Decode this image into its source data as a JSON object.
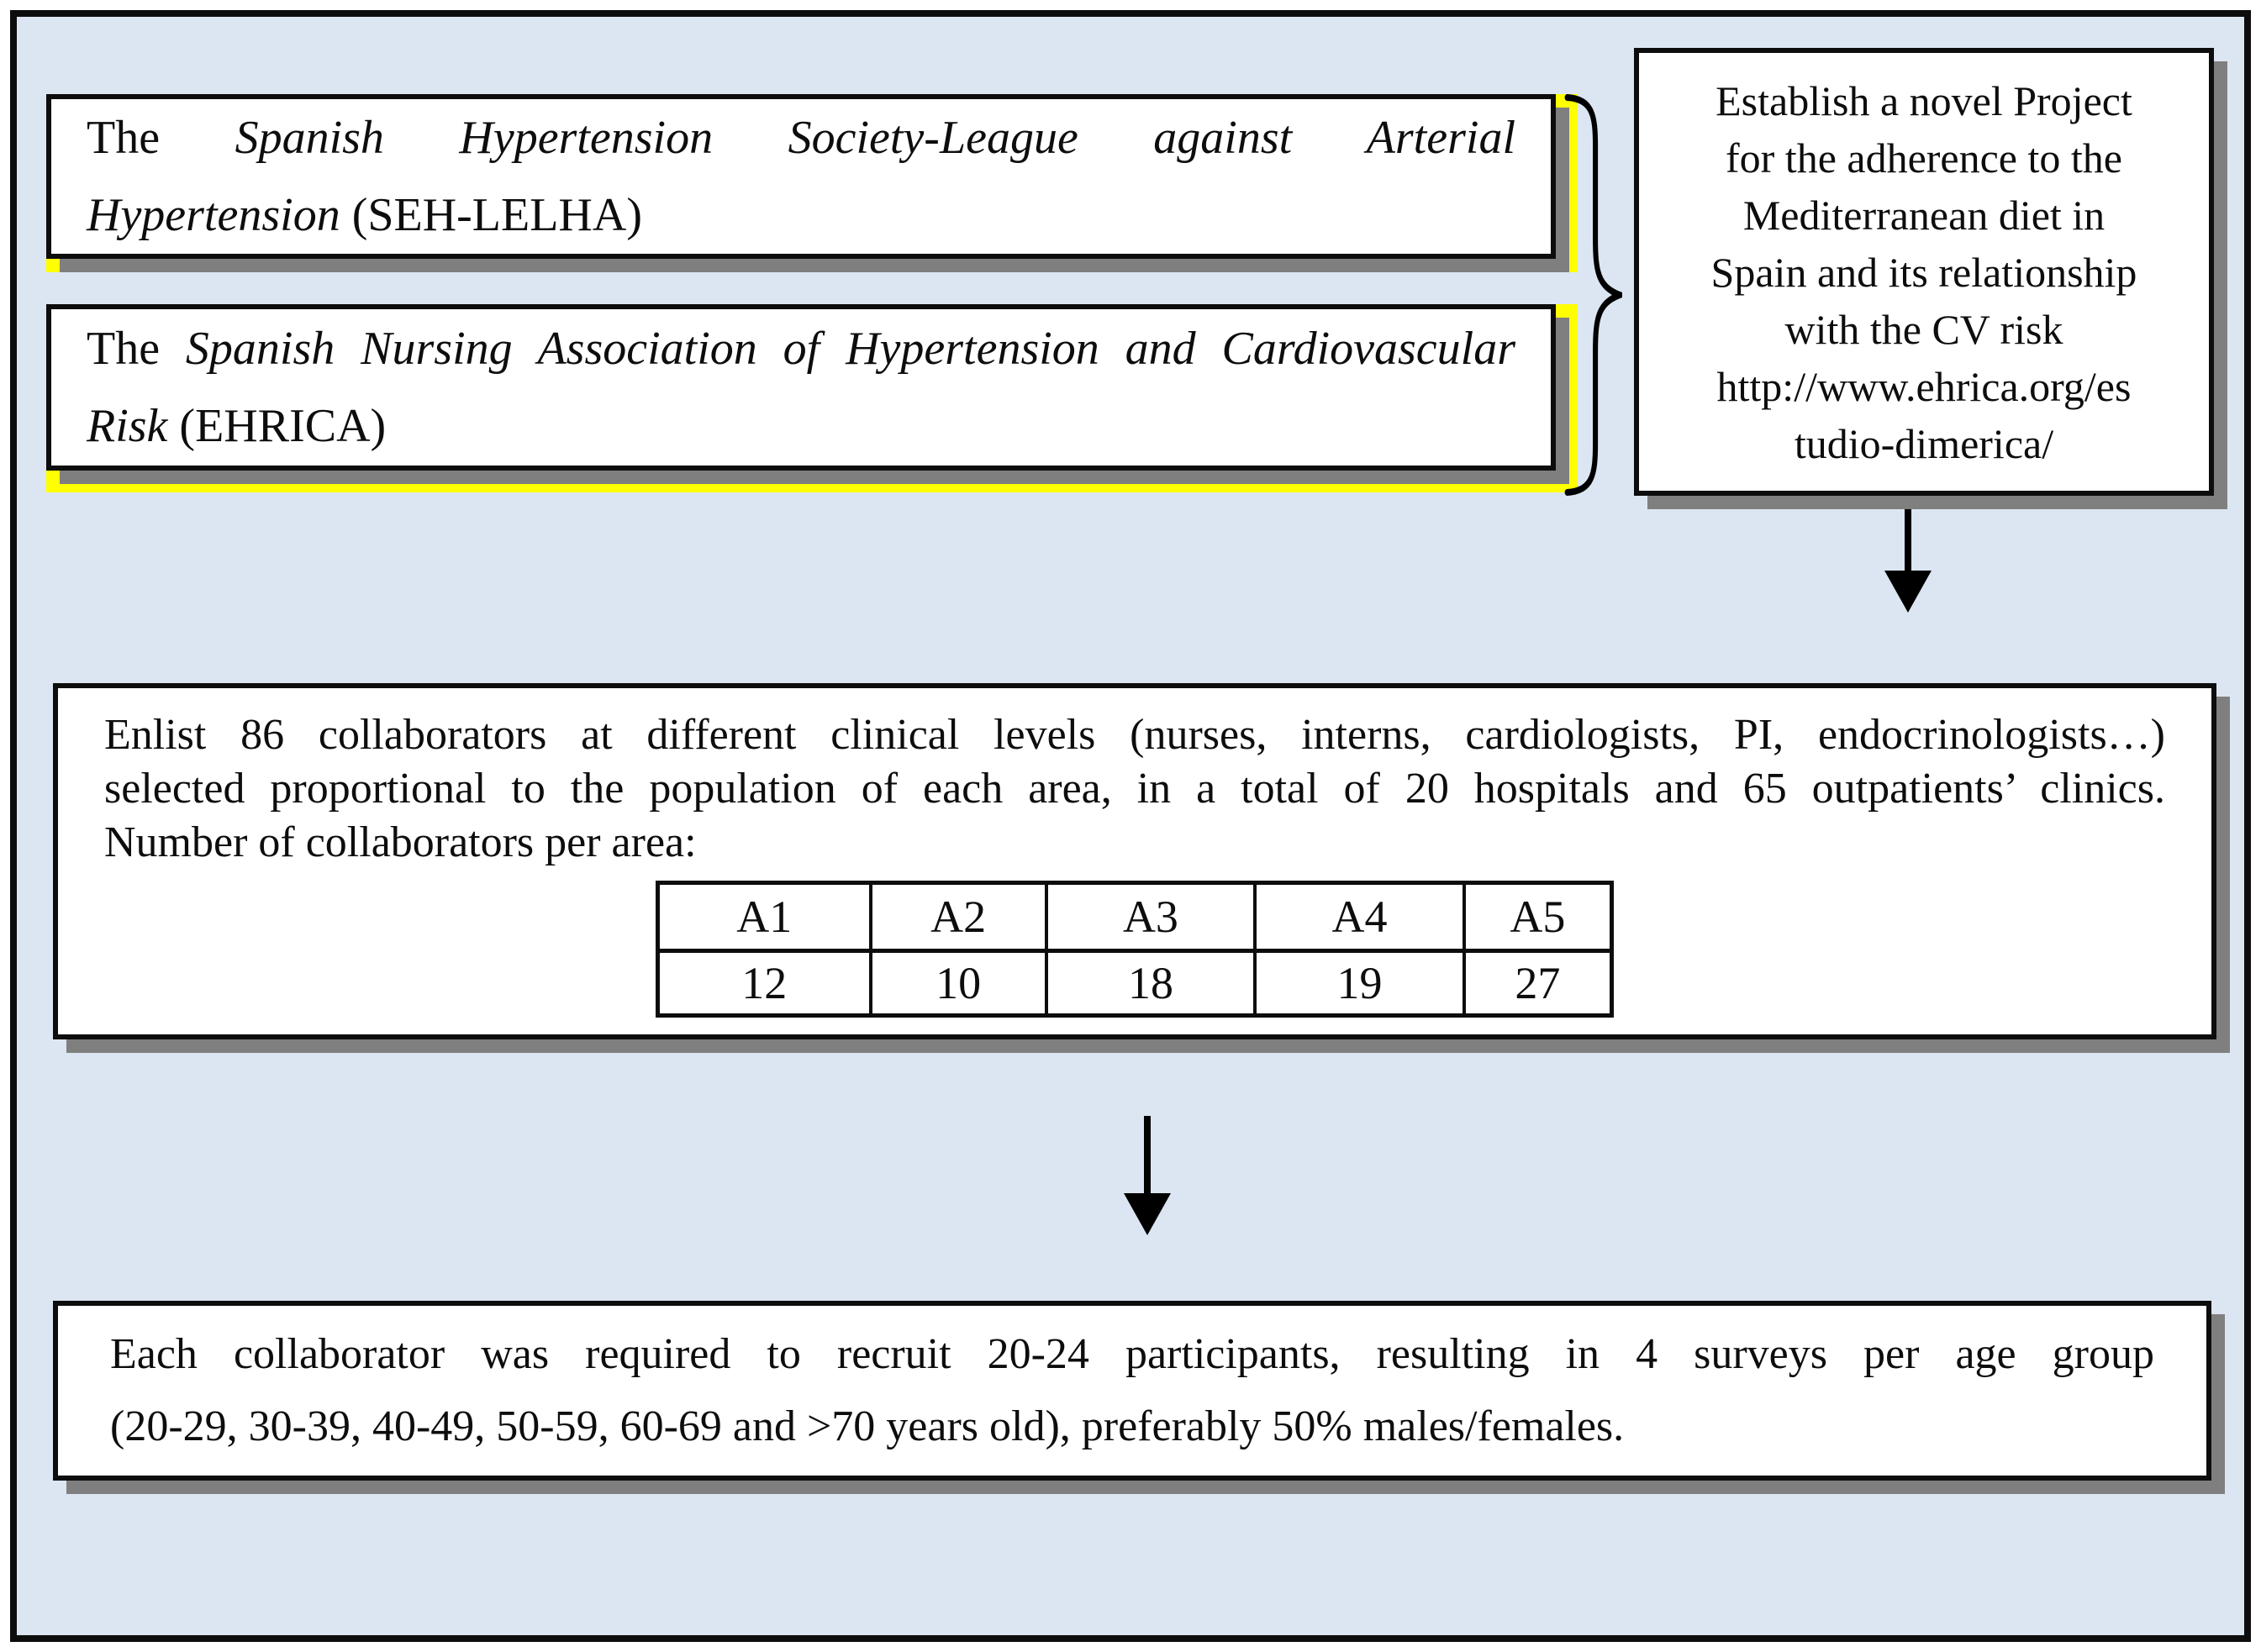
{
  "style": {
    "background_blue": "#dce6f2",
    "shadow_gray": "#7f7f7f",
    "accent_yellow": "#ffff00",
    "border_black": "#0d0d0d"
  },
  "icons": {
    "brace": "curly-brace-icon",
    "arrow": "down-arrow-icon"
  },
  "box_seh": {
    "line1_roman": "The",
    "line1_italic": "Spanish Hypertension Society-League against Arterial",
    "line2_italic": "Hypertension",
    "line2_roman": "(SEH-LELHA)"
  },
  "box_ehrica": {
    "line1_roman": "The",
    "line1_italic": "Spanish Nursing Association of Hypertension and Cardiovascular",
    "line2_italic": "Risk",
    "line2_roman": "(EHRICA)"
  },
  "box_project": {
    "lines": [
      "Establish a novel Project",
      "for the adherence to the",
      "Mediterranean diet in",
      "Spain and its relationship",
      "with the CV risk",
      "http://www.ehrica.org/es",
      "tudio-dimerica/"
    ]
  },
  "box_collaborators": {
    "line1": "Enlist 86 collaborators at different clinical levels (nurses, interns, cardiologists, PI, endocrinologists…)",
    "line2": "selected proportional to the population of each area, in a total of 20 hospitals and 65 outpatients’ clinics.",
    "line3": "Number of collaborators per area:",
    "table": {
      "headers": [
        "A1",
        "A2",
        "A3",
        "A4",
        "A5"
      ],
      "values": [
        "12",
        "10",
        "18",
        "19",
        "27"
      ]
    }
  },
  "box_recruitment": {
    "line1": "Each collaborator was required to recruit 20-24 participants, resulting in 4 surveys per age group",
    "line2": "(20-29, 30-39, 40-49, 50-59, 60-69 and >70 years old), preferably 50% males/females."
  }
}
